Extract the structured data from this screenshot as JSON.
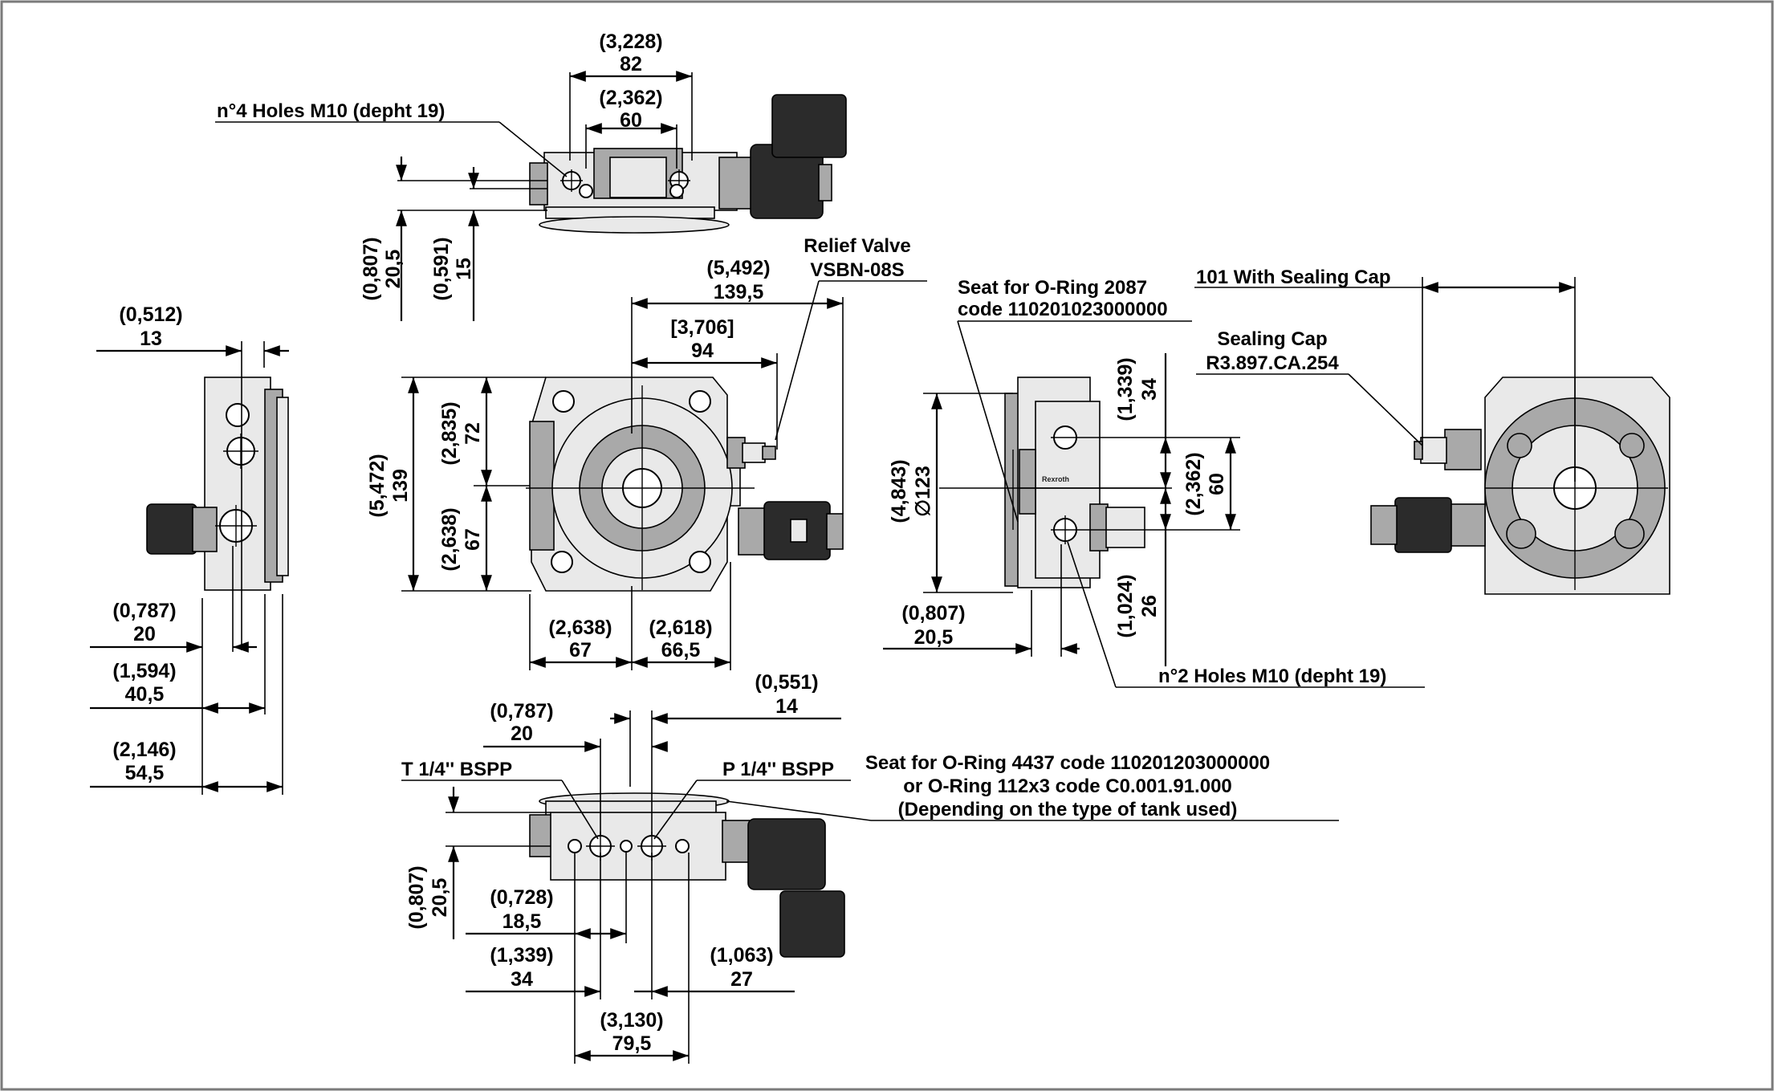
{
  "dimensions": {
    "top_width_in": "(3,228)",
    "top_width_mm": "82",
    "top_holes_in": "(2,362)",
    "top_holes_mm": "60",
    "top_h1_in": "(0,807)",
    "top_h1_mm": "20,5",
    "top_h2_in": "(0,591)",
    "top_h2_mm": "15",
    "side_top_in": "(0,512)",
    "side_top_mm": "13",
    "side_a_in": "(0,787)",
    "side_a_mm": "20",
    "side_b_in": "(1,594)",
    "side_b_mm": "40,5",
    "side_c_in": "(2,146)",
    "side_c_mm": "54,5",
    "front_w_in": "(5,492)",
    "front_w_mm": "139,5",
    "front_rv_in": "[3,706]",
    "front_rv_mm": "94",
    "front_h_in": "(5,472)",
    "front_h_mm": "139",
    "front_up_in": "(2,835)",
    "front_up_mm": "72",
    "front_dn_in": "(2,638)",
    "front_dn_mm": "67",
    "front_bl_in": "(2,638)",
    "front_bl_mm": "67",
    "front_br_in": "(2,618)",
    "front_br_mm": "66,5",
    "rside_up_in": "(1,339)",
    "rside_up_mm": "34",
    "rside_dia_in": "(4,843)",
    "rside_dia_mm": "∅123",
    "rside_60_in": "(2,362)",
    "rside_60_mm": "60",
    "rside_dn_in": "(1,024)",
    "rside_dn_mm": "26",
    "rside_bl_in": "(0,807)",
    "rside_bl_mm": "20,5",
    "bot_14_in": "(0,551)",
    "bot_14_mm": "14",
    "bot_20_in": "(0,787)",
    "bot_20_mm": "20",
    "bot_h_in": "(0,807)",
    "bot_h_mm": "20,5",
    "bot_185_in": "(0,728)",
    "bot_185_mm": "18,5",
    "bot_34_in": "(1,339)",
    "bot_34_mm": "34",
    "bot_27_in": "(1,063)",
    "bot_27_mm": "27",
    "bot_795_in": "(3,130)",
    "bot_795_mm": "79,5"
  },
  "labels": {
    "holes_top": "n°4 Holes M10 (depht 19)",
    "relief_valve_1": "Relief Valve",
    "relief_valve_2": "VSBN-08S",
    "oring_seat_1": "Seat for O-Ring 2087",
    "oring_seat_2": "code 110201023000000",
    "sealing_cap_101": "101 With Sealing Cap",
    "sealing_cap_1": "Sealing Cap",
    "sealing_cap_2": "R3.897.CA.254",
    "holes_side": "n°2 Holes M10 (depht 19)",
    "port_t": "T 1/4'' BSPP",
    "port_p": "P 1/4'' BSPP",
    "oring_bottom_1": "Seat for O-Ring 4437 code 110201203000000",
    "oring_bottom_2": "or O-Ring 112x3 code C0.001.91.000",
    "oring_bottom_3": "(Depending on the type of tank used)",
    "brand": "Rexroth"
  }
}
